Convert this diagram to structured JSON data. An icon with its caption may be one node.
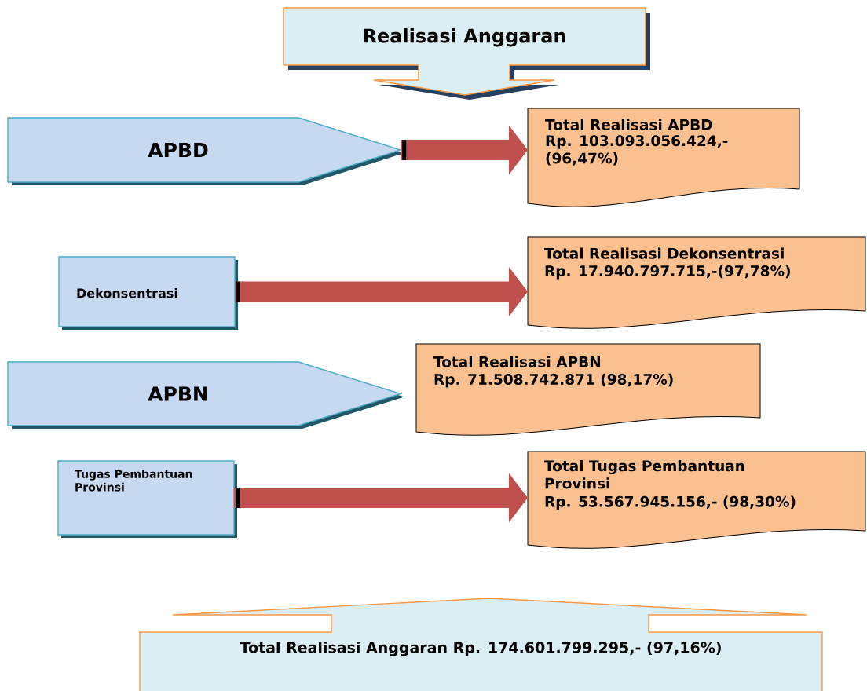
{
  "diagram": {
    "nodes": [
      {
        "text": [
          "Realisasi Anggaran"
        ]
      },
      {
        "text": [
          "APBD"
        ]
      },
      {
        "text": [
          "Total Realisasi APBD",
          "Rp. 103.093.056.424,- (96,47%)"
        ]
      },
      {
        "text": [
          "Dekonsentrasi"
        ]
      },
      {
        "text": [
          "Total Realisasi Dekonsentrasi",
          "Rp. 17.940.797.715,-(97,78%)"
        ]
      },
      {
        "text": [
          "APBN"
        ]
      },
      {
        "text": [
          "Total Realisasi APBN",
          "Rp. 71.508.742.871 (98,17%)"
        ]
      },
      {
        "text": [
          "Tugas Pembantuan Provinsi"
        ]
      },
      {
        "text": [
          "Total Tugas Pembantuan Provinsi",
          "Rp. 53.567.945.156,- (98,30%)"
        ]
      },
      {
        "text": [
          "Total Realisasi Anggaran Rp. 174.601.799.295,- (97,16%)"
        ]
      }
    ],
    "edges": [
      {
        "from": 1,
        "to": 2,
        "arrow": "to"
      },
      {
        "from": 3,
        "to": 4,
        "arrow": "to"
      },
      {
        "from": 7,
        "to": 8,
        "arrow": "to"
      }
    ]
  }
}
